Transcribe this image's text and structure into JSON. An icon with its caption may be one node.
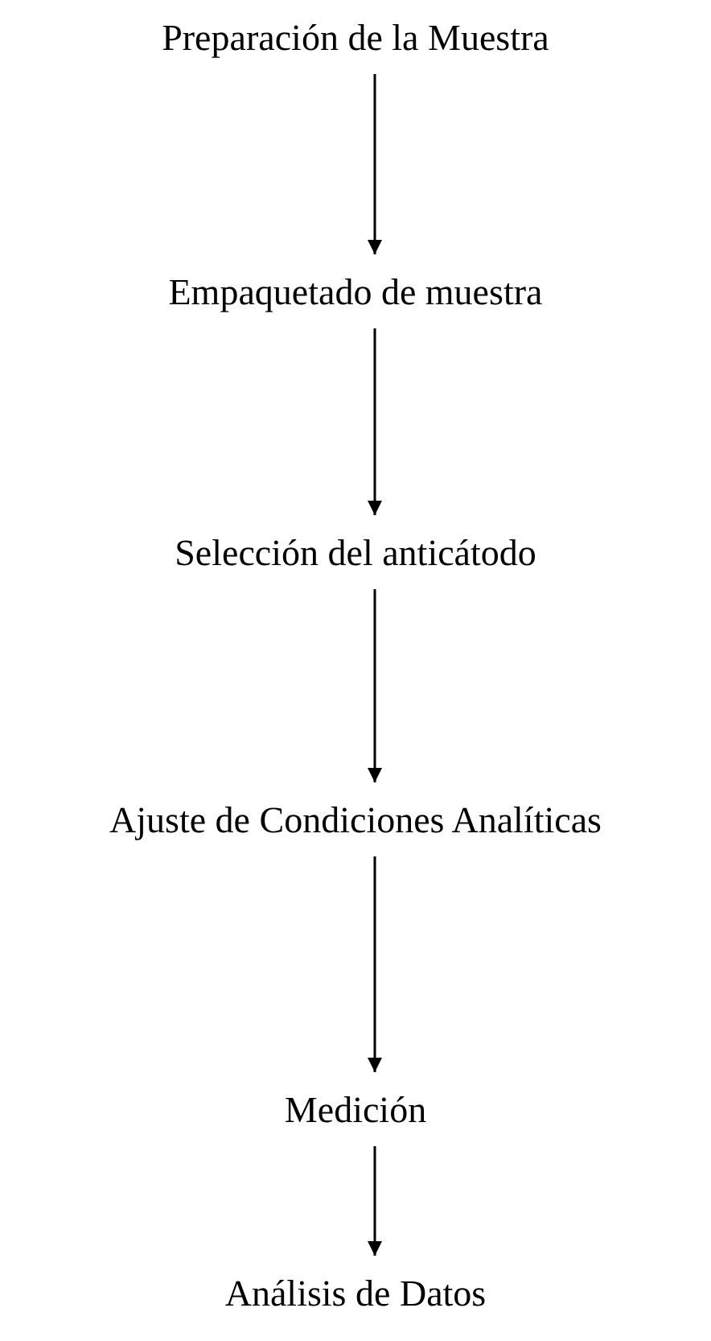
{
  "diagram": {
    "nodes": [
      {
        "text": [
          "Preparación de la Muestra"
        ]
      },
      {
        "text": [
          "Empaquetado de muestra"
        ]
      },
      {
        "text": [
          "Selección del anticátodo"
        ]
      },
      {
        "text": [
          "Ajuste de Condiciones Analíticas"
        ]
      },
      {
        "text": [
          "Medición"
        ]
      },
      {
        "text": [
          "Análisis de Datos"
        ]
      }
    ],
    "edges": [
      {
        "from": 0,
        "to": 1,
        "arrow": "to"
      },
      {
        "from": 1,
        "to": 2,
        "arrow": "to"
      },
      {
        "from": 2,
        "to": 3,
        "arrow": "to"
      },
      {
        "from": 3,
        "to": 4,
        "arrow": "to"
      },
      {
        "from": 4,
        "to": 5,
        "arrow": "to"
      }
    ]
  }
}
